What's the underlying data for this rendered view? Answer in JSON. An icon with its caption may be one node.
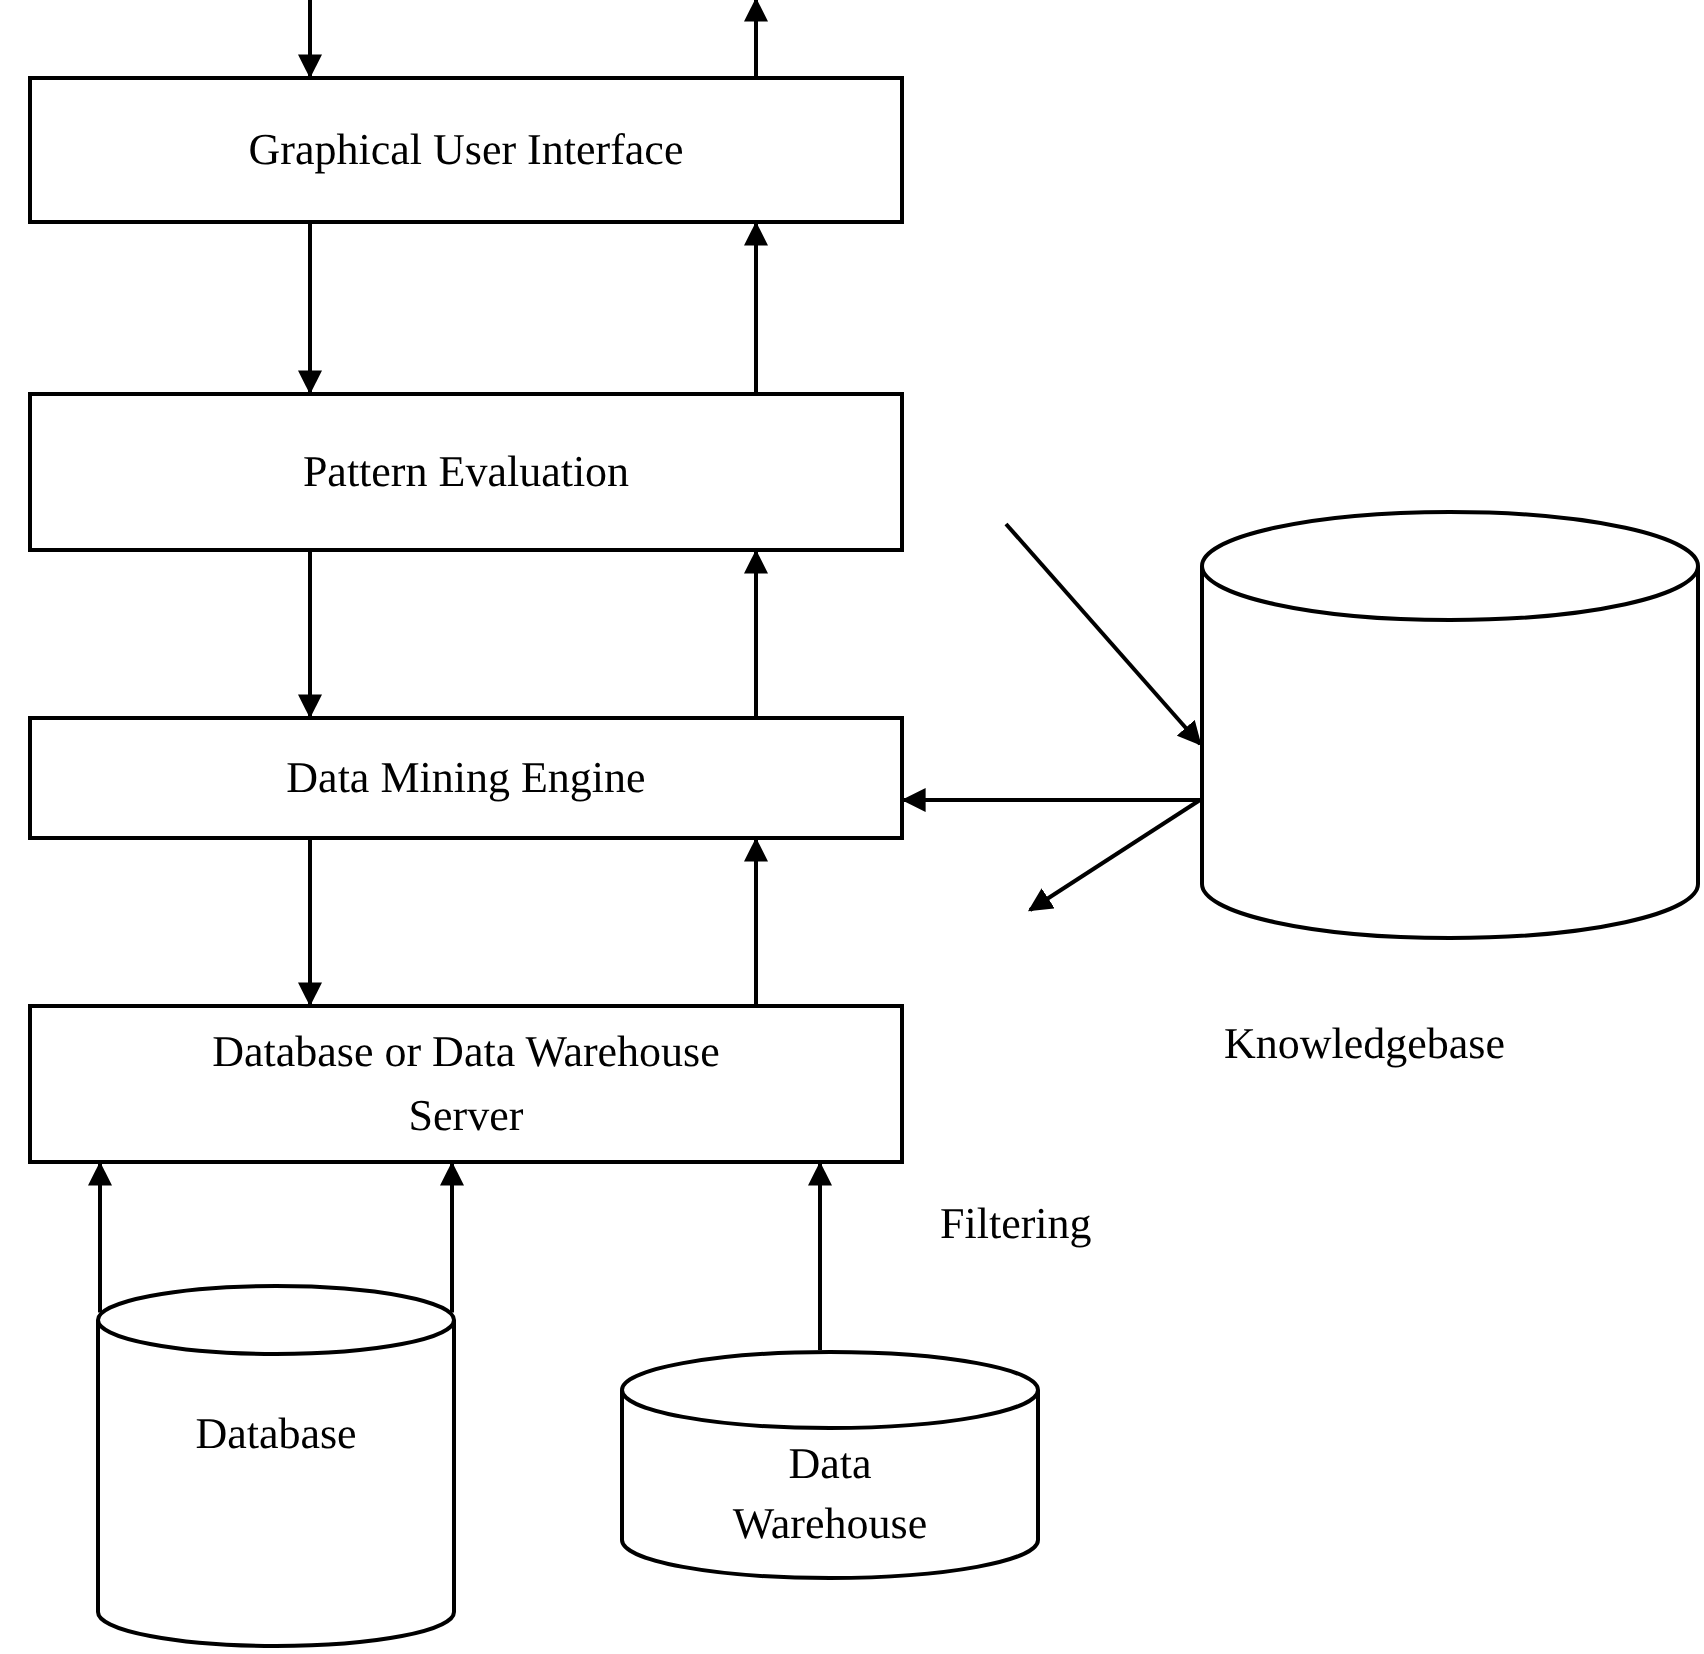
{
  "diagram": {
    "nodes": [
      {
        "text": [
          "Graphical User Interface"
        ]
      },
      {
        "text": [
          "Pattern Evaluation"
        ]
      },
      {
        "text": [
          "Data Mining Engine"
        ]
      },
      {
        "text": [
          "Database or Data Warehouse Server"
        ]
      },
      {
        "text": [],
        "shape": "cylinder",
        "beside": [
          "Knowledgebase"
        ]
      },
      {
        "text": [
          "Database"
        ]
      },
      {
        "text": [
          "Data Warehouse"
        ]
      }
    ],
    "edges": [
      {
        "from": null,
        "to": 0,
        "arrow": "to"
      },
      {
        "from": 0,
        "to": null,
        "arrow": "to"
      },
      {
        "from": 0,
        "to": 1,
        "arrow": "to"
      },
      {
        "from": 1,
        "to": 0,
        "arrow": "to"
      },
      {
        "from": 1,
        "to": 2,
        "arrow": "to"
      },
      {
        "from": 2,
        "to": 1,
        "arrow": "to"
      },
      {
        "from": 2,
        "to": 3,
        "arrow": "to"
      },
      {
        "from": 3,
        "to": 2,
        "arrow": "to"
      },
      {
        "from": 5,
        "to": 3,
        "arrow": "to"
      },
      {
        "from": 5,
        "to": 3,
        "arrow": "to"
      },
      {
        "from": 6,
        "to": 3,
        "arrow": "to"
      },
      {
        "from": 4,
        "to": 2,
        "arrow": "to"
      },
      {
        "from": null,
        "to": 4,
        "arrow": "to"
      },
      {
        "from": 4,
        "to": null,
        "arrow": "to"
      }
    ],
    "labels": [
      "Filtering"
    ]
  }
}
